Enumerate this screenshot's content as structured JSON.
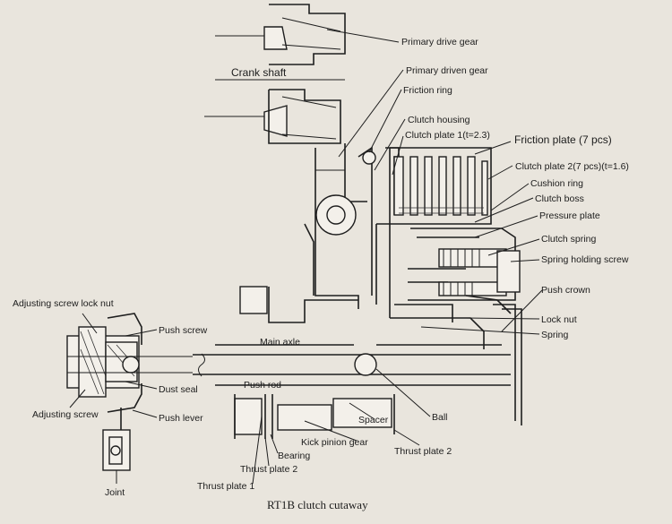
{
  "labels": {
    "primary_drive_gear": "Primary drive gear",
    "crank_shaft": "Crank shaft",
    "primary_driven_gear": "Primary driven gear",
    "friction_ring": "Friction ring",
    "clutch_housing": "Clutch housing",
    "clutch_plate_1": "Clutch plate 1(t=2.3)",
    "friction_plate": "Friction plate (7 pcs)",
    "clutch_plate_2": "Clutch plate 2(7 pcs)(t=1.6)",
    "cushion_ring": "Cushion ring",
    "clutch_boss": "Clutch boss",
    "pressure_plate": "Pressure plate",
    "clutch_spring": "Clutch spring",
    "spring_holding_screw": "Spring holding screw",
    "push_crown": "Push crown",
    "lock_nut": "Lock nut",
    "spring": "Spring",
    "adjusting_screw_lock_nut": "Adjusting screw lock nut",
    "push_screw": "Push screw",
    "main_axle": "Main axle",
    "dust_seal": "Dust seal",
    "push_rod": "Push rod",
    "adjusting_screw": "Adjusting screw",
    "push_lever": "Push lever",
    "ball": "Ball",
    "spacer": "Spacer",
    "kick_pinion_gear": "Kick pinion gear",
    "thrust_plate_2_right": "Thrust plate 2",
    "bearing": "Bearing",
    "thrust_plate_2_left": "Thrust plate 2",
    "joint": "Joint",
    "thrust_plate_1": "Thrust plate 1"
  },
  "caption": "RT1B clutch cutaway"
}
